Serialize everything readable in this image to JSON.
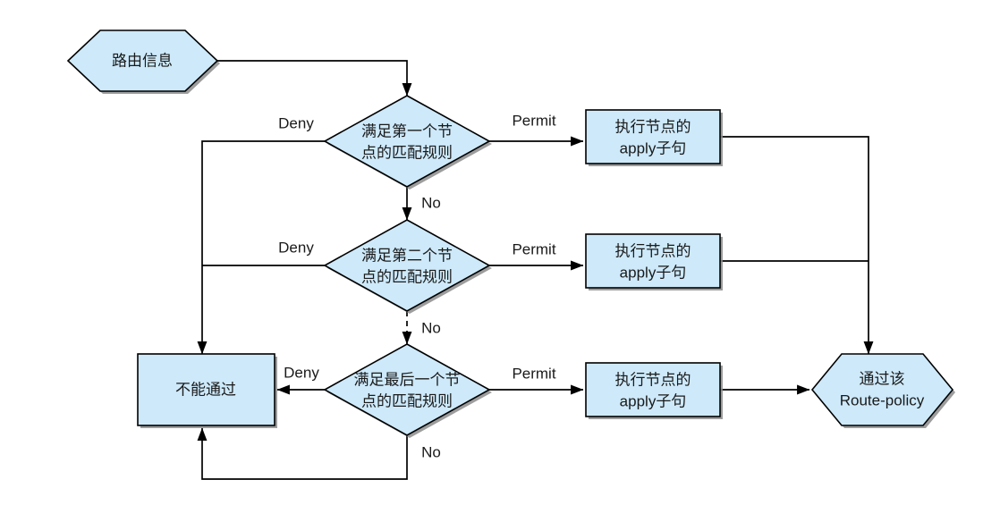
{
  "diagram": {
    "title": "Route-policy matching flowchart",
    "colors": {
      "node_fill": "#cde9fa",
      "node_stroke": "#000000",
      "shadow": "#8c8c8c",
      "edge": "#000000",
      "text": "#1a1a1a",
      "background": "#ffffff"
    },
    "nodes": {
      "start": {
        "shape": "hexagon",
        "label": "路由信息"
      },
      "decision1": {
        "shape": "diamond",
        "label_line1": "满足第一个节",
        "label_line2": "点的匹配规则"
      },
      "decision2": {
        "shape": "diamond",
        "label_line1": "满足第二个节",
        "label_line2": "点的匹配规则"
      },
      "decision3": {
        "shape": "diamond",
        "label_line1": "满足最后一个节",
        "label_line2": "点的匹配规则"
      },
      "apply1": {
        "shape": "rectangle",
        "label_line1": "执行节点的",
        "label_line2": "apply子句"
      },
      "apply2": {
        "shape": "rectangle",
        "label_line1": "执行节点的",
        "label_line2": "apply子句"
      },
      "apply3": {
        "shape": "rectangle",
        "label_line1": "执行节点的",
        "label_line2": "apply子句"
      },
      "deny_end": {
        "shape": "rectangle",
        "label": "不能通过"
      },
      "pass_end": {
        "shape": "hexagon",
        "label_line1": "通过该",
        "label_line2": "Route-policy"
      }
    },
    "edge_labels": {
      "deny1": "Deny",
      "deny2": "Deny",
      "deny3": "Deny",
      "permit1": "Permit",
      "permit2": "Permit",
      "permit3": "Permit",
      "no1": "No",
      "no2": "No",
      "no3": "No"
    }
  }
}
